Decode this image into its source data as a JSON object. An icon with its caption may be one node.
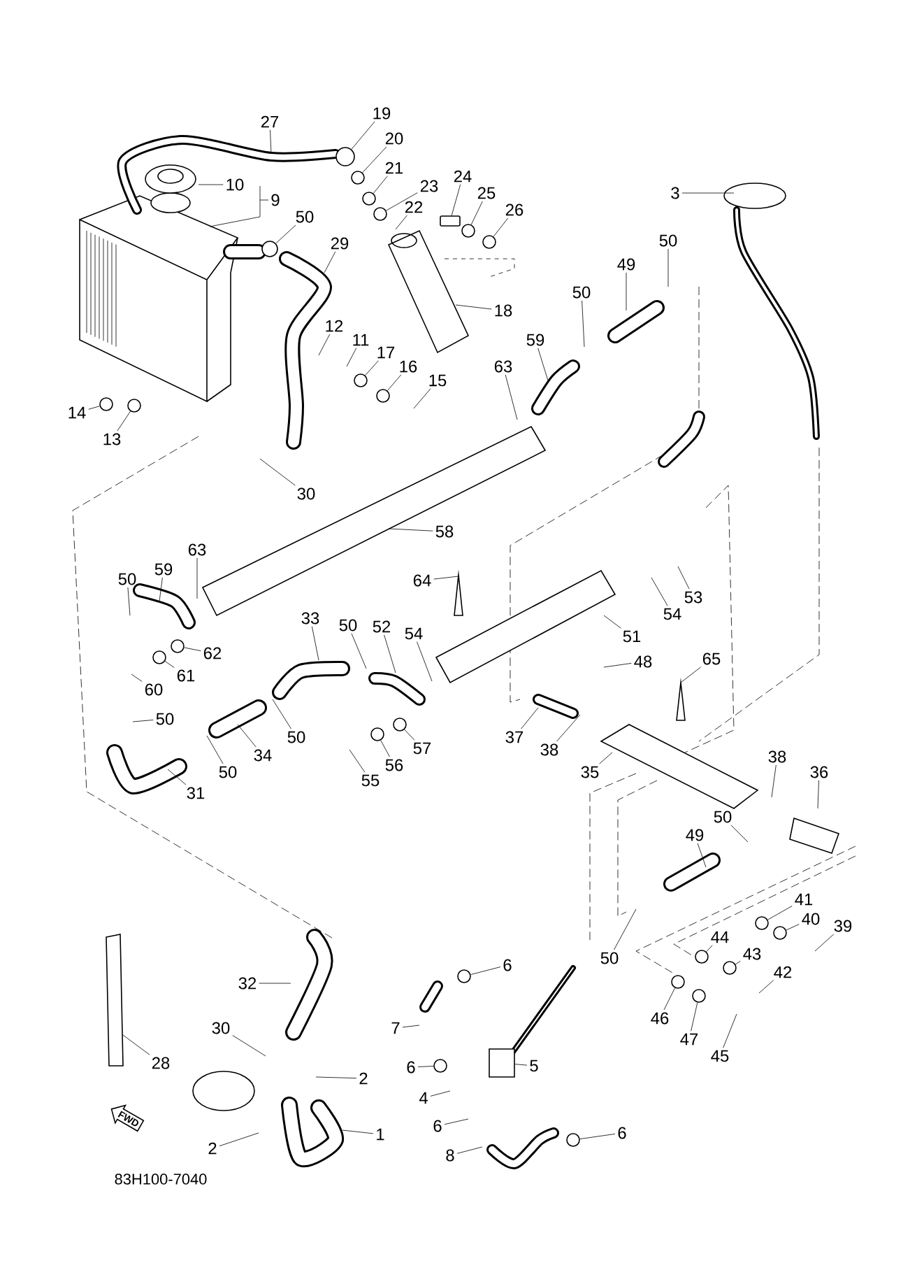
{
  "diagram": {
    "nodes": [
      {
        "text": [
          "3"
        ]
      },
      {
        "text": [
          "27"
        ]
      },
      {
        "text": [
          "19"
        ]
      },
      {
        "text": [
          "20"
        ]
      },
      {
        "text": [
          "21"
        ]
      },
      {
        "text": [
          "23"
        ]
      },
      {
        "text": [
          "22"
        ]
      },
      {
        "text": [
          "10"
        ]
      },
      {
        "text": [
          "9"
        ]
      },
      {
        "text": [
          "24"
        ]
      },
      {
        "text": [
          "25"
        ]
      },
      {
        "text": [
          "26"
        ]
      },
      {
        "text": [
          "50"
        ]
      },
      {
        "text": [
          "29"
        ]
      },
      {
        "text": [
          "50"
        ]
      },
      {
        "text": [
          "49"
        ]
      },
      {
        "text": [
          "18"
        ]
      },
      {
        "text": [
          "50"
        ]
      },
      {
        "text": [
          "12"
        ]
      },
      {
        "text": [
          "11"
        ]
      },
      {
        "text": [
          "17"
        ]
      },
      {
        "text": [
          "59"
        ]
      },
      {
        "text": [
          "16"
        ]
      },
      {
        "text": [
          "63"
        ]
      },
      {
        "text": [
          "15"
        ]
      },
      {
        "text": [
          "14"
        ]
      },
      {
        "text": [
          "13"
        ]
      },
      {
        "text": [
          "30"
        ]
      },
      {
        "text": [
          "58"
        ]
      },
      {
        "text": [
          "63"
        ]
      },
      {
        "text": [
          "59"
        ]
      },
      {
        "text": [
          "64"
        ]
      },
      {
        "text": [
          "50"
        ]
      },
      {
        "text": [
          "53"
        ]
      },
      {
        "text": [
          "54"
        ]
      },
      {
        "text": [
          "33"
        ]
      },
      {
        "text": [
          "50"
        ]
      },
      {
        "text": [
          "52"
        ]
      },
      {
        "text": [
          "54"
        ]
      },
      {
        "text": [
          "51"
        ]
      },
      {
        "text": [
          "62"
        ]
      },
      {
        "text": [
          "65"
        ]
      },
      {
        "text": [
          "48"
        ]
      },
      {
        "text": [
          "61"
        ]
      },
      {
        "text": [
          "60"
        ]
      },
      {
        "text": [
          "50"
        ]
      },
      {
        "text": [
          "50"
        ]
      },
      {
        "text": [
          "37"
        ]
      },
      {
        "text": [
          "57"
        ]
      },
      {
        "text": [
          "38"
        ]
      },
      {
        "text": [
          "34"
        ]
      },
      {
        "text": [
          "38"
        ]
      },
      {
        "text": [
          "56"
        ]
      },
      {
        "text": [
          "50"
        ]
      },
      {
        "text": [
          "35"
        ]
      },
      {
        "text": [
          "36"
        ]
      },
      {
        "text": [
          "31"
        ]
      },
      {
        "text": [
          "55"
        ]
      },
      {
        "text": [
          "50"
        ]
      },
      {
        "text": [
          "49"
        ]
      },
      {
        "text": [
          "41"
        ]
      },
      {
        "text": [
          "40"
        ]
      },
      {
        "text": [
          "39"
        ]
      },
      {
        "text": [
          "44"
        ]
      },
      {
        "text": [
          "43"
        ]
      },
      {
        "text": [
          "50"
        ]
      },
      {
        "text": [
          "6"
        ]
      },
      {
        "text": [
          "42"
        ]
      },
      {
        "text": [
          "32"
        ]
      },
      {
        "text": [
          "46"
        ]
      },
      {
        "text": [
          "30"
        ]
      },
      {
        "text": [
          "7"
        ]
      },
      {
        "text": [
          "47"
        ]
      },
      {
        "text": [
          "45"
        ]
      },
      {
        "text": [
          "28"
        ]
      },
      {
        "text": [
          "5"
        ]
      },
      {
        "text": [
          "6"
        ]
      },
      {
        "text": [
          "2"
        ]
      },
      {
        "text": [
          "4"
        ]
      },
      {
        "text": [
          "6"
        ]
      },
      {
        "text": [
          "6"
        ]
      },
      {
        "text": [
          "1"
        ]
      },
      {
        "text": [
          "2"
        ]
      },
      {
        "text": [
          "8"
        ]
      },
      {
        "text": [],
        "shape": "circle"
      },
      {
        "text": [],
        "shape": "circle"
      },
      {
        "text": [],
        "shape": "circle"
      },
      {
        "text": [],
        "shape": "circle"
      },
      {
        "text": [],
        "shape": "circle"
      },
      {
        "text": [],
        "shape": "circle"
      },
      {
        "text": [],
        "shape": "circle"
      },
      {
        "text": [],
        "shape": "circle"
      },
      {
        "text": [],
        "shape": "circle"
      },
      {
        "text": [],
        "shape": "circle"
      },
      {
        "text": [],
        "shape": "circle"
      },
      {
        "text": [],
        "shape": "circle"
      },
      {
        "text": [],
        "shape": "circle"
      },
      {
        "text": [],
        "shape": "circle"
      },
      {
        "text": [],
        "shape": "circle"
      },
      {
        "text": [],
        "shape": "circle"
      },
      {
        "text": [],
        "shape": "circle"
      },
      {
        "text": [],
        "shape": "circle"
      },
      {
        "text": [],
        "shape": "circle"
      },
      {
        "text": [],
        "shape": "circle"
      },
      {
        "text": [],
        "shape": "circle"
      },
      {
        "text": [],
        "shape": "circle"
      },
      {
        "text": [],
        "shape": "bolt"
      },
      {
        "text": [],
        "shape": "circle"
      },
      {
        "text": [],
        "shape": "circle"
      },
      {
        "text": [],
        "shape": "box"
      }
    ],
    "edges": [
      {
        "from": 0,
        "to": null,
        "arrow": "none"
      },
      {
        "from": 1,
        "to": null,
        "arrow": "none"
      },
      {
        "from": 2,
        "to": 107,
        "arrow": "none"
      },
      {
        "from": 3,
        "to": 84,
        "arrow": "none"
      },
      {
        "from": 4,
        "to": 85,
        "arrow": "none"
      },
      {
        "from": 5,
        "to": 86,
        "arrow": "none"
      },
      {
        "from": 6,
        "to": null,
        "arrow": "none"
      },
      {
        "from": 7,
        "to": null,
        "arrow": "none"
      },
      {
        "from": 8,
        "to": null,
        "arrow": "none"
      },
      {
        "from": 9,
        "to": 106,
        "arrow": "none"
      },
      {
        "from": 10,
        "to": 87,
        "arrow": "none"
      },
      {
        "from": 11,
        "to": 88,
        "arrow": "none"
      },
      {
        "from": 12,
        "to": 108,
        "arrow": "none"
      },
      {
        "from": 13,
        "to": null,
        "arrow": "none"
      },
      {
        "from": 14,
        "to": null,
        "arrow": "none"
      },
      {
        "from": 15,
        "to": null,
        "arrow": "none"
      },
      {
        "from": 16,
        "to": null,
        "arrow": "none"
      },
      {
        "from": 17,
        "to": null,
        "arrow": "none"
      },
      {
        "from": 18,
        "to": null,
        "arrow": "none"
      },
      {
        "from": 19,
        "to": null,
        "arrow": "none"
      },
      {
        "from": 20,
        "to": 89,
        "arrow": "none"
      },
      {
        "from": 21,
        "to": null,
        "arrow": "none"
      },
      {
        "from": 22,
        "to": 90,
        "arrow": "none"
      },
      {
        "from": 23,
        "to": null,
        "arrow": "none"
      },
      {
        "from": 24,
        "to": null,
        "arrow": "none"
      },
      {
        "from": 25,
        "to": 91,
        "arrow": "none"
      },
      {
        "from": 26,
        "to": 92,
        "arrow": "none"
      },
      {
        "from": 27,
        "to": null,
        "arrow": "none"
      },
      {
        "from": 28,
        "to": null,
        "arrow": "none"
      },
      {
        "from": 29,
        "to": null,
        "arrow": "none"
      },
      {
        "from": 30,
        "to": null,
        "arrow": "none"
      },
      {
        "from": 31,
        "to": null,
        "arrow": "none"
      },
      {
        "from": 32,
        "to": null,
        "arrow": "none"
      },
      {
        "from": 33,
        "to": null,
        "arrow": "none"
      },
      {
        "from": 34,
        "to": null,
        "arrow": "none"
      },
      {
        "from": 35,
        "to": null,
        "arrow": "none"
      },
      {
        "from": 36,
        "to": null,
        "arrow": "none"
      },
      {
        "from": 37,
        "to": null,
        "arrow": "none"
      },
      {
        "from": 38,
        "to": null,
        "arrow": "none"
      },
      {
        "from": 39,
        "to": null,
        "arrow": "none"
      },
      {
        "from": 40,
        "to": 93,
        "arrow": "none"
      },
      {
        "from": 41,
        "to": null,
        "arrow": "none"
      },
      {
        "from": 42,
        "to": null,
        "arrow": "none"
      },
      {
        "from": 43,
        "to": 94,
        "arrow": "none"
      },
      {
        "from": 44,
        "to": null,
        "arrow": "none"
      },
      {
        "from": 45,
        "to": null,
        "arrow": "none"
      },
      {
        "from": 46,
        "to": null,
        "arrow": "none"
      },
      {
        "from": 47,
        "to": null,
        "arrow": "none"
      },
      {
        "from": 48,
        "to": 95,
        "arrow": "none"
      },
      {
        "from": 49,
        "to": null,
        "arrow": "none"
      },
      {
        "from": 50,
        "to": null,
        "arrow": "none"
      },
      {
        "from": 51,
        "to": null,
        "arrow": "none"
      },
      {
        "from": 52,
        "to": 96,
        "arrow": "none"
      },
      {
        "from": 53,
        "to": null,
        "arrow": "none"
      },
      {
        "from": 54,
        "to": null,
        "arrow": "none"
      },
      {
        "from": 55,
        "to": null,
        "arrow": "none"
      },
      {
        "from": 56,
        "to": null,
        "arrow": "none"
      },
      {
        "from": 57,
        "to": null,
        "arrow": "none"
      },
      {
        "from": 58,
        "to": null,
        "arrow": "none"
      },
      {
        "from": 59,
        "to": null,
        "arrow": "none"
      },
      {
        "from": 60,
        "to": 97,
        "arrow": "none"
      },
      {
        "from": 61,
        "to": 98,
        "arrow": "none"
      },
      {
        "from": 62,
        "to": null,
        "arrow": "none"
      },
      {
        "from": 63,
        "to": 99,
        "arrow": "none"
      },
      {
        "from": 64,
        "to": 100,
        "arrow": "none"
      },
      {
        "from": 65,
        "to": null,
        "arrow": "none"
      },
      {
        "from": 66,
        "to": 101,
        "arrow": "none"
      },
      {
        "from": 67,
        "to": null,
        "arrow": "none"
      },
      {
        "from": 68,
        "to": null,
        "arrow": "none"
      },
      {
        "from": 69,
        "to": 102,
        "arrow": "none"
      },
      {
        "from": 70,
        "to": null,
        "arrow": "none"
      },
      {
        "from": 71,
        "to": null,
        "arrow": "none"
      },
      {
        "from": 72,
        "to": 103,
        "arrow": "none"
      },
      {
        "from": 73,
        "to": null,
        "arrow": "none"
      },
      {
        "from": 74,
        "to": null,
        "arrow": "none"
      },
      {
        "from": 75,
        "to": 109,
        "arrow": "none"
      },
      {
        "from": 76,
        "to": 104,
        "arrow": "none"
      },
      {
        "from": 77,
        "to": null,
        "arrow": "none"
      },
      {
        "from": 78,
        "to": null,
        "arrow": "none"
      },
      {
        "from": 79,
        "to": null,
        "arrow": "none"
      },
      {
        "from": 80,
        "to": 105,
        "arrow": "none"
      },
      {
        "from": 81,
        "to": null,
        "arrow": "none"
      },
      {
        "from": 82,
        "to": null,
        "arrow": "none"
      },
      {
        "from": 83,
        "to": null,
        "arrow": "none"
      }
    ],
    "labels": [
      "83H100-7040",
      "FWD"
    ]
  }
}
